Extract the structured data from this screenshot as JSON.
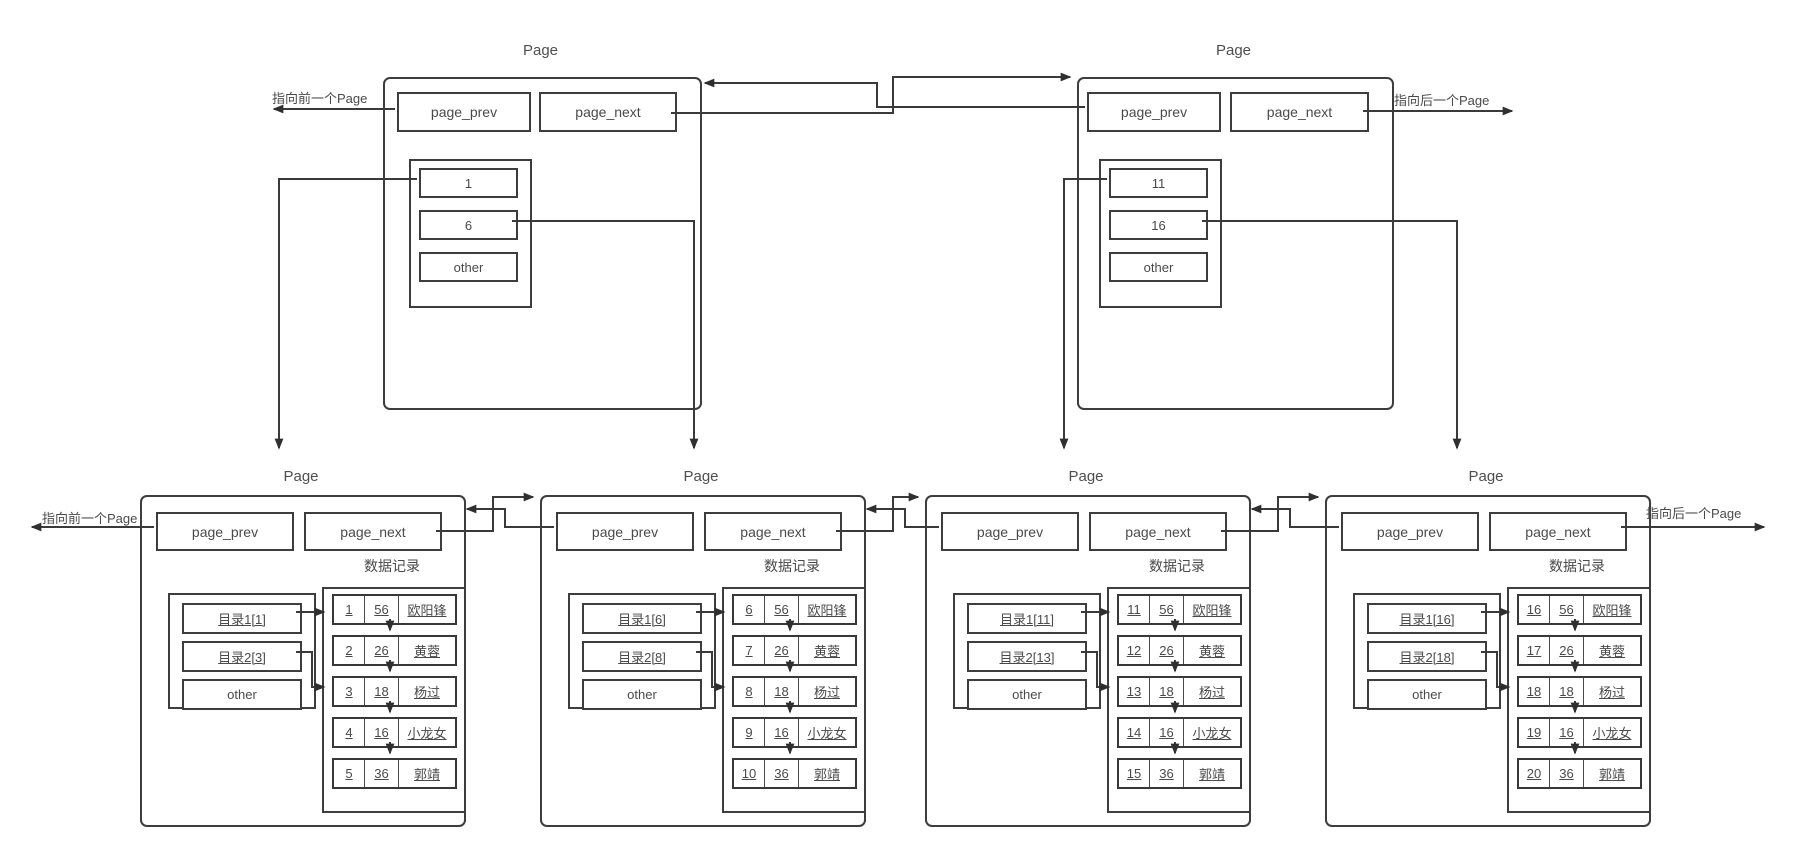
{
  "colors": {
    "line": "#3a3a3a",
    "text": "#4a4a4a",
    "background": "#ffffff"
  },
  "labels": {
    "prev_pointer": "指向前一个Page",
    "next_pointer": "指向后一个Page"
  },
  "top_pages": [
    {
      "title": "Page",
      "page_prev": "page_prev",
      "page_next": "page_next",
      "entries": [
        "1",
        "6",
        "other"
      ]
    },
    {
      "title": "Page",
      "page_prev": "page_prev",
      "page_next": "page_next",
      "entries": [
        "11",
        "16",
        "other"
      ]
    }
  ],
  "leaf_pages": [
    {
      "title": "Page",
      "page_prev": "page_prev",
      "page_next": "page_next",
      "records_label": "数据记录",
      "directory": [
        "目录1[1]",
        "目录2[3]",
        "other"
      ],
      "records": [
        {
          "id": "1",
          "val": "56",
          "name": "欧阳锋"
        },
        {
          "id": "2",
          "val": "26",
          "name": "黄蓉"
        },
        {
          "id": "3",
          "val": "18",
          "name": "杨过"
        },
        {
          "id": "4",
          "val": "16",
          "name": "小龙女"
        },
        {
          "id": "5",
          "val": "36",
          "name": "郭靖"
        }
      ]
    },
    {
      "title": "Page",
      "page_prev": "page_prev",
      "page_next": "page_next",
      "records_label": "数据记录",
      "directory": [
        "目录1[6]",
        "目录2[8]",
        "other"
      ],
      "records": [
        {
          "id": "6",
          "val": "56",
          "name": "欧阳锋"
        },
        {
          "id": "7",
          "val": "26",
          "name": "黄蓉"
        },
        {
          "id": "8",
          "val": "18",
          "name": "杨过"
        },
        {
          "id": "9",
          "val": "16",
          "name": "小龙女"
        },
        {
          "id": "10",
          "val": "36",
          "name": "郭靖"
        }
      ]
    },
    {
      "title": "Page",
      "page_prev": "page_prev",
      "page_next": "page_next",
      "records_label": "数据记录",
      "directory": [
        "目录1[11]",
        "目录2[13]",
        "other"
      ],
      "records": [
        {
          "id": "11",
          "val": "56",
          "name": "欧阳锋"
        },
        {
          "id": "12",
          "val": "26",
          "name": "黄蓉"
        },
        {
          "id": "13",
          "val": "18",
          "name": "杨过"
        },
        {
          "id": "14",
          "val": "16",
          "name": "小龙女"
        },
        {
          "id": "15",
          "val": "36",
          "name": "郭靖"
        }
      ]
    },
    {
      "title": "Page",
      "page_prev": "page_prev",
      "page_next": "page_next",
      "records_label": "数据记录",
      "directory": [
        "目录1[16]",
        "目录2[18]",
        "other"
      ],
      "records": [
        {
          "id": "16",
          "val": "56",
          "name": "欧阳锋"
        },
        {
          "id": "17",
          "val": "26",
          "name": "黄蓉"
        },
        {
          "id": "18",
          "val": "18",
          "name": "杨过"
        },
        {
          "id": "19",
          "val": "16",
          "name": "小龙女"
        },
        {
          "id": "20",
          "val": "36",
          "name": "郭靖"
        }
      ]
    }
  ]
}
